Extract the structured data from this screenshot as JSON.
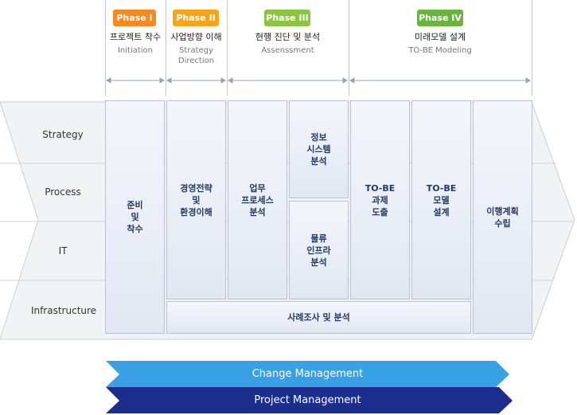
{
  "phases": [
    {
      "badge": "Phase I",
      "title": "프로젝트 착수",
      "subtitle": "Initiation",
      "color": "#f6891f"
    },
    {
      "badge": "Phase II",
      "title": "사업방향 이해",
      "subtitle": "Strategy\nDirection",
      "color": "#f6a51a"
    },
    {
      "badge": "Phase III",
      "title": "현행 진단 및 분석",
      "subtitle": "Assenssment",
      "color": "#8cc63f"
    },
    {
      "badge": "Phase IV",
      "title": "미래모델 설계",
      "subtitle": "TO-BE Modeling",
      "color": "#6ab43e"
    }
  ],
  "rows": [
    "Strategy",
    "Process",
    "IT",
    "Infrastructure"
  ],
  "activities": {
    "prep": "준비\n및\n착수",
    "strategy": "경영전략\n및\n환경이해",
    "process": "업무\n프로세스\n분석",
    "infosys": "정보\n시스템\n분석",
    "logistics": "물류\n인프라\n분석",
    "tobe_task": "TO-BE\n과제\n도출",
    "tobe_model": "TO-BE\n모델\n설계",
    "plan": "이행계획\n수립",
    "case": "사례조사 및 분석"
  },
  "bands": {
    "change": "Change Management",
    "project": "Project Management",
    "change_color": "#3aa0e6",
    "project_color": "#1d2d8c"
  }
}
